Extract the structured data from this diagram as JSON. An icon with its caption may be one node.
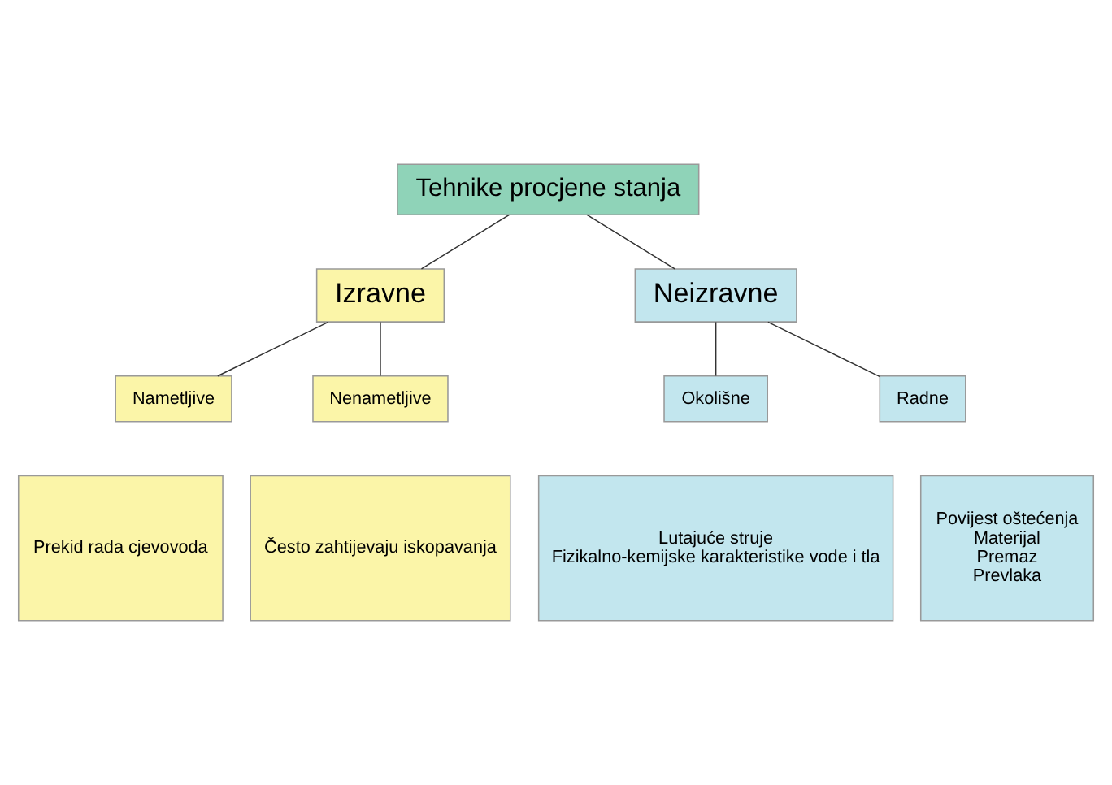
{
  "diagram": {
    "nodes": [
      {
        "text": [
          "Tehnike procjene stanja"
        ]
      },
      {
        "text": [
          "Izravne"
        ]
      },
      {
        "text": [
          "Neizravne"
        ]
      },
      {
        "text": [
          "Nametljive"
        ]
      },
      {
        "text": [
          "Nenametljive"
        ]
      },
      {
        "text": [
          "Okolišne"
        ]
      },
      {
        "text": [
          "Radne"
        ]
      },
      {
        "text": [
          "Prekid rada cjevovoda"
        ]
      },
      {
        "text": [
          "Često zahtijevaju iskopavanja"
        ]
      },
      {
        "text": [
          "Lutajuće struje",
          "Fizikalno-kemijske karakteristike vode i tla"
        ]
      },
      {
        "text": [
          "Povijest oštećenja",
          "Materijal",
          "Premaz",
          "Prevlaka"
        ]
      }
    ],
    "edges": [
      {
        "from": 0,
        "to": 1,
        "arrow": "none"
      },
      {
        "from": 0,
        "to": 2,
        "arrow": "none"
      },
      {
        "from": 1,
        "to": 3,
        "arrow": "none"
      },
      {
        "from": 1,
        "to": 4,
        "arrow": "none"
      },
      {
        "from": 2,
        "to": 5,
        "arrow": "none"
      },
      {
        "from": 2,
        "to": 6,
        "arrow": "none"
      }
    ]
  }
}
